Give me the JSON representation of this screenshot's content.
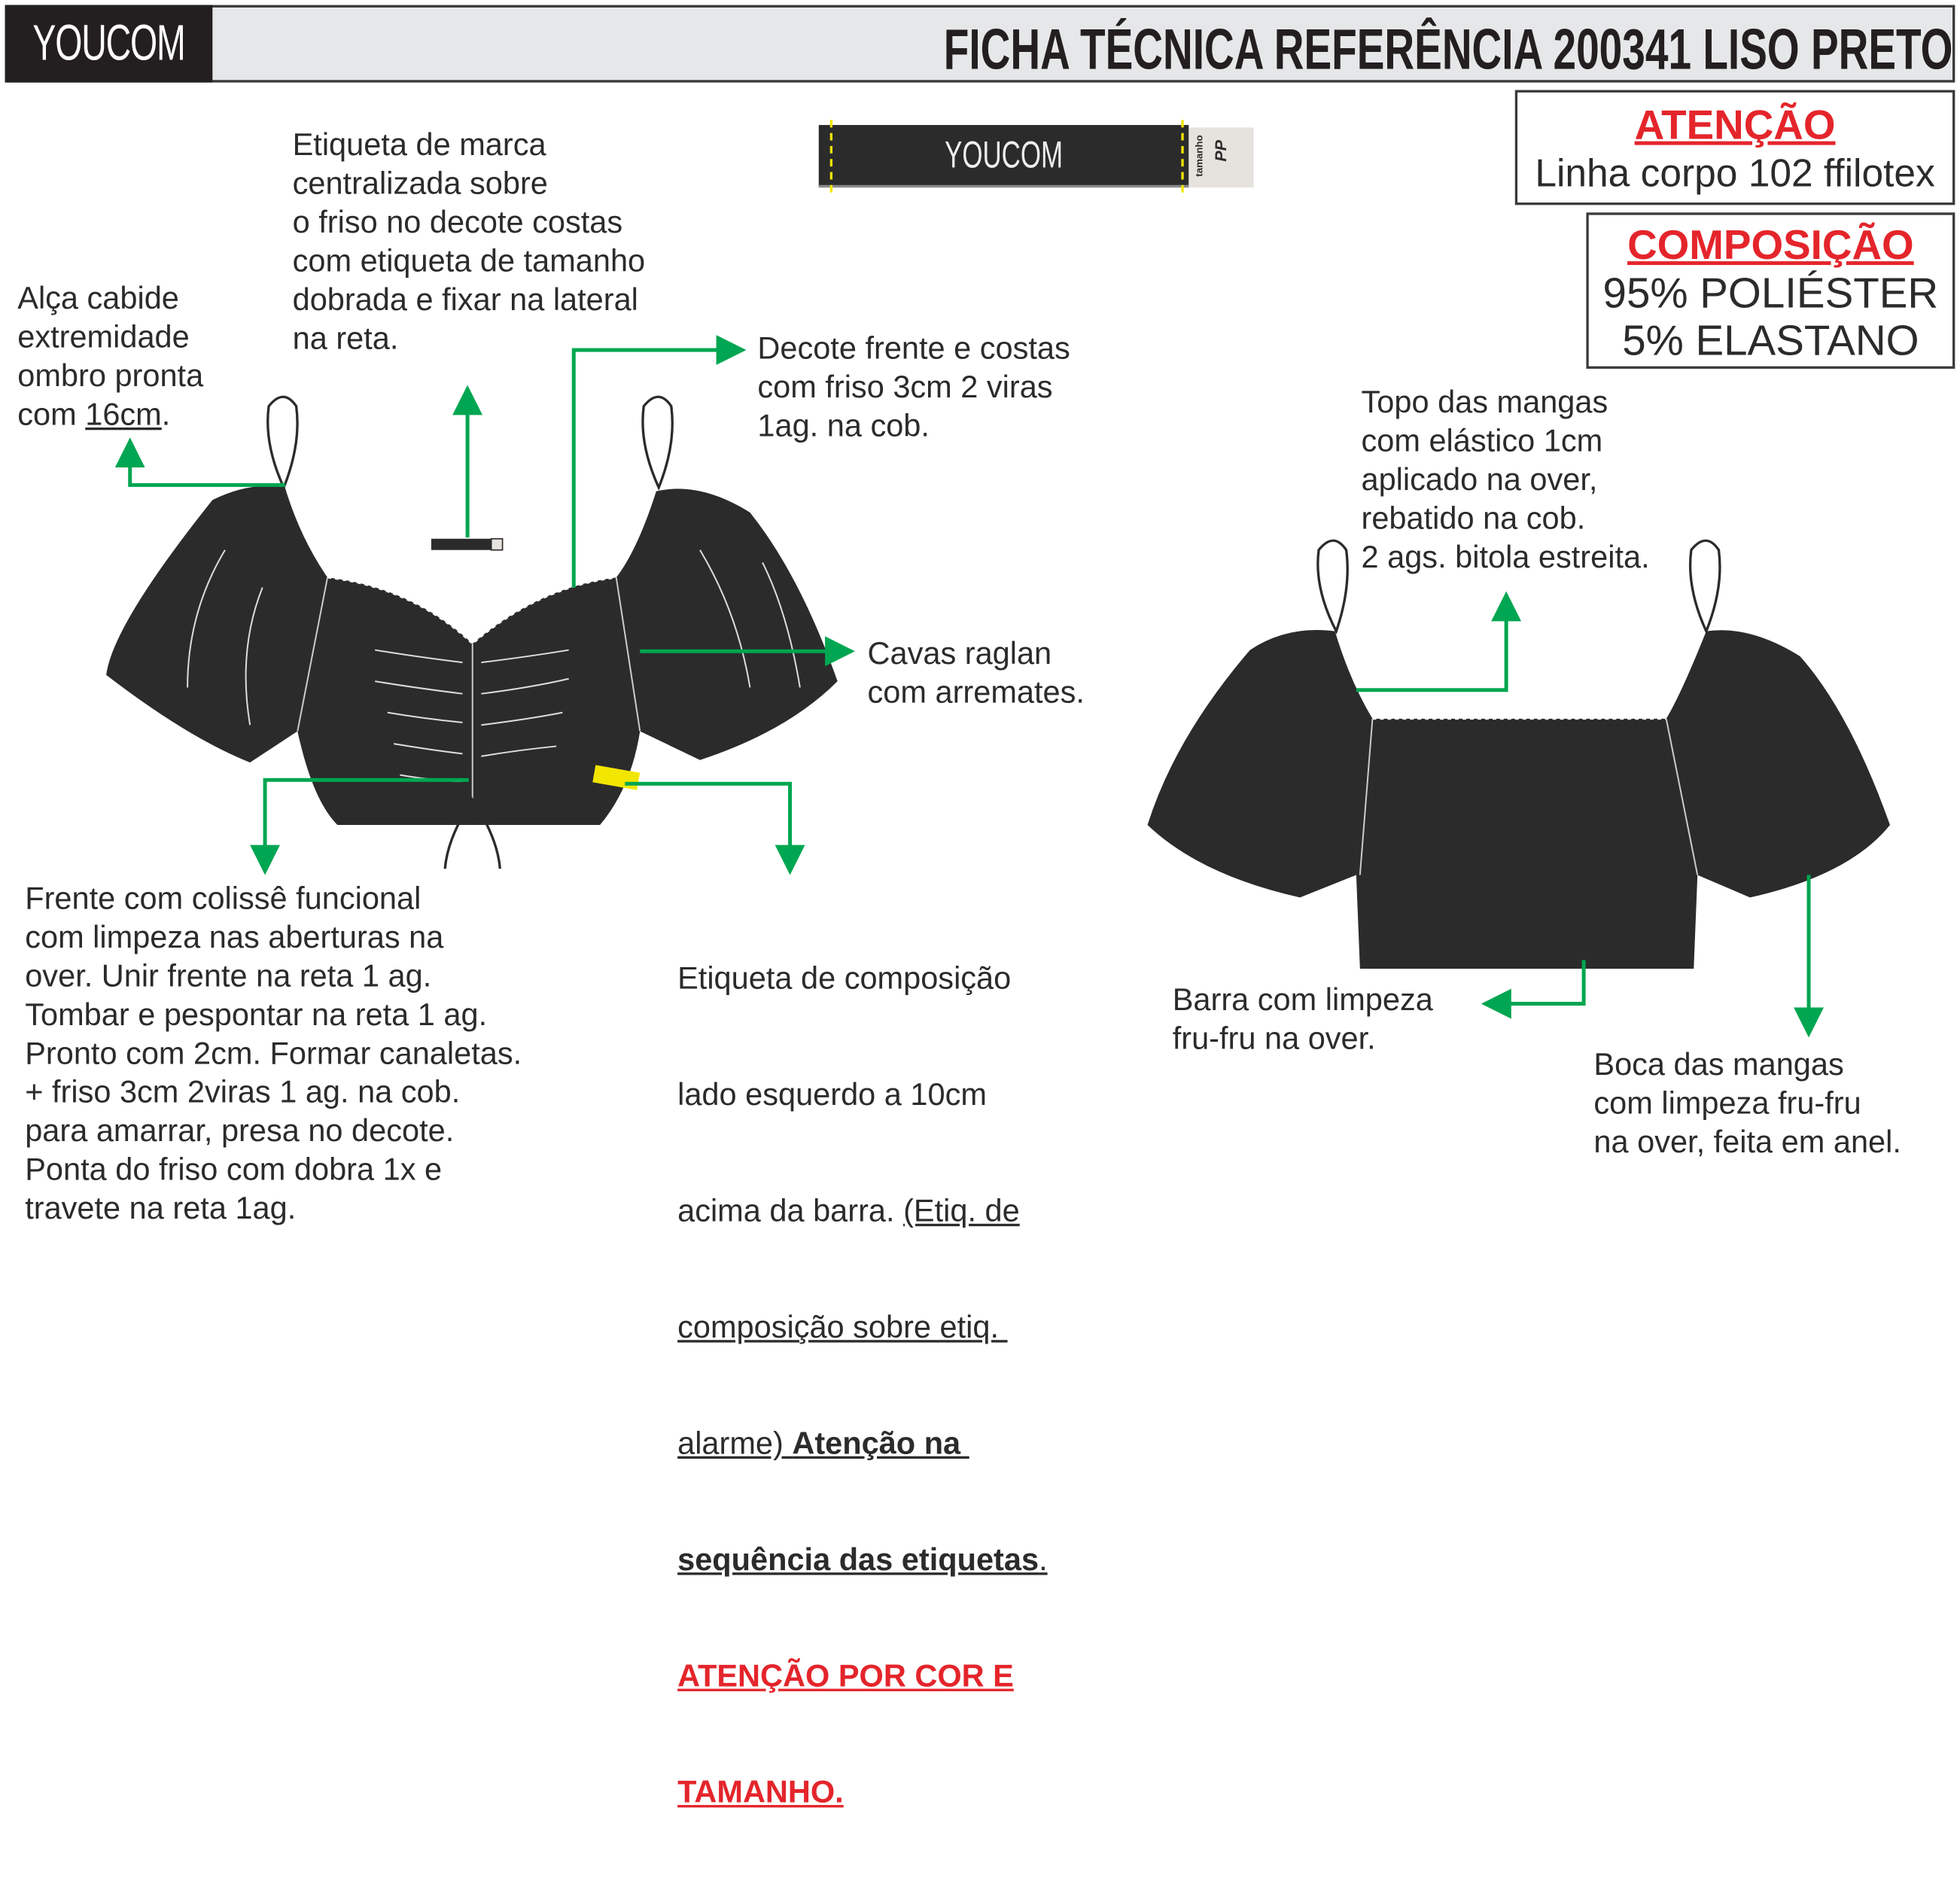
{
  "header": {
    "logo": "YOUCOM",
    "title": "FICHA TÉCNICA REFERÊNCIA 200341 LISO PRETO"
  },
  "label_image": {
    "brand": "YOUCOM",
    "size_caption": "tamanho",
    "size": "PP"
  },
  "attention_box": {
    "heading": "ATENÇÃO",
    "text": "Linha corpo 102 ffilotex"
  },
  "composition_box": {
    "heading": "COMPOSIÇÃO",
    "line1": "95% POLIÉSTER",
    "line2": "5% ELASTANO"
  },
  "notes": {
    "brand_label": "Etiqueta de marca\ncentralizada sobre\no friso no decote costas\ncom etiqueta de tamanho\ndobrada e fixar na lateral\nna reta.",
    "hanger_strap": {
      "text": "Alça cabide\nextremidade\nombro pronta\ncom ",
      "measure": "16cm",
      "end": "."
    },
    "neckline": "Decote frente e costas\ncom friso 3cm 2 viras\n1ag. na cob.",
    "raglan": "Cavas raglan\ncom arremates.",
    "front": "Frente com colissê funcional\ncom limpeza nas aberturas na\nover. Unir frente na reta 1 ag.\nTombar e pespontar na reta 1 ag.\nPronto com 2cm. Formar canaletas.\n+ friso 3cm 2viras 1 ag. na cob.\npara amarrar, presa no decote.\nPonta do friso com dobra 1x e\ntravete na reta 1ag.",
    "composition_label": {
      "l1": "Etiqueta de composição",
      "l2": "lado esquerdo a 10cm",
      "l3a": "acima da barra. ",
      "l3b": "(Etiq. de",
      "l4": "composição sobre etiq. ",
      "l5a": "alarme) ",
      "l5b": "Atenção na ",
      "l6": "sequência das etiquetas",
      "l6end": ".",
      "l7": "ATENÇÃO POR COR E",
      "l8": "TAMANHO."
    },
    "sleeve_top": "Topo das mangas\ncom elástico 1cm\naplicado na over,\nrebatido na cob.\n2 ags. bitola estreita.",
    "hem": "Barra com limpeza\nfru-fru na over.",
    "sleeve_mouth": "Boca das mangas\ncom limpeza fru-fru\nna over, feita em anel."
  },
  "colors": {
    "arrow": "#00a651",
    "alert": "#e4252b",
    "garment": "#2b2b2b"
  }
}
